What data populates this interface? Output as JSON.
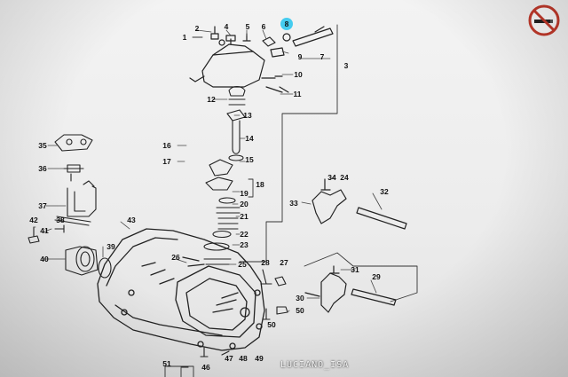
{
  "part_labels": {
    "p1": "1",
    "p2": "2",
    "p3": "3",
    "p4": "4",
    "p5": "5",
    "p6": "6",
    "p7": "7",
    "p8": "8",
    "p9": "9",
    "p10": "10",
    "p11": "11",
    "p12": "12",
    "p13": "13",
    "p14": "14",
    "p15": "15",
    "p16": "16",
    "p17": "17",
    "p18": "18",
    "p19": "19",
    "p20": "20",
    "p21": "21",
    "p22": "22",
    "p23": "23",
    "p24": "24",
    "p25": "25",
    "p26": "26",
    "p27": "27",
    "p28": "28",
    "p29": "29",
    "p30": "30",
    "p31": "31",
    "p32": "32",
    "p33": "33",
    "p34": "34",
    "p35": "35",
    "p36": "36",
    "p37": "37",
    "p38": "38",
    "p39": "39",
    "p40": "40",
    "p41": "41",
    "p42": "42",
    "p43": "43",
    "p46": "46",
    "p47": "47",
    "p48": "48",
    "p49": "49",
    "p50": "50",
    "p50b": "50",
    "p51": "51"
  },
  "credit": "LUCIANO_ISA",
  "colors": {
    "highlight": "#27c6ee",
    "no_smoking_ring": "#c0392b",
    "ink": "#111111"
  },
  "icons": {
    "top_right": "no-smoking-icon"
  }
}
